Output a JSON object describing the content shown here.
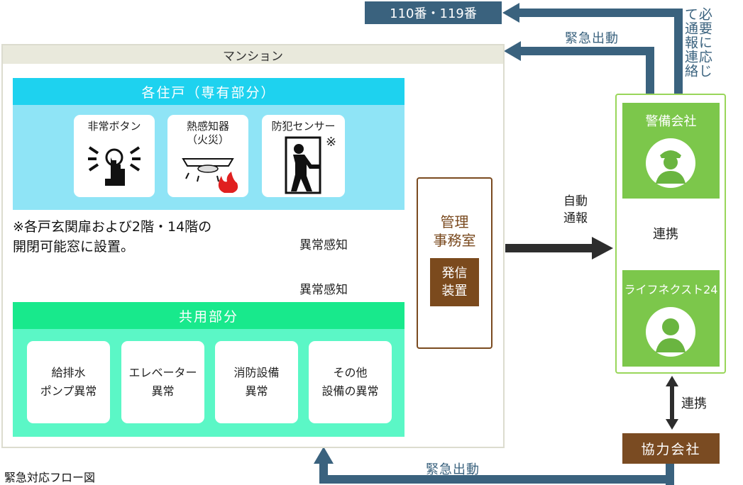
{
  "emergency_numbers": "110番・119番",
  "contact_if_needed": "必要に応じて通報連絡",
  "dispatch_top": "緊急出動",
  "dispatch_bottom": "緊急出動",
  "mansion": {
    "title": "マンション",
    "units": {
      "title": "各住戸（専有部分）",
      "devices": [
        {
          "label": "非常ボタン",
          "icon": "emergency-button-icon"
        },
        {
          "label": "熱感知器\n（火災）",
          "icon": "heat-detector-icon"
        },
        {
          "label": "防犯センサー",
          "mark": "※",
          "icon": "door-sensor-icon"
        }
      ],
      "note": "※各戸玄関扉および2階・14階の\n開閉可能窓に設置。"
    },
    "detect_1": "異常感知",
    "detect_2": "異常感知",
    "common": {
      "title": "共用部分",
      "items": [
        "給排水\nポンプ異常",
        "エレベーター\n異常",
        "消防設備\n異常",
        "その他\n設備の異常"
      ]
    }
  },
  "office": {
    "title": "管理\n事務室",
    "transmitter": "発信\n装置"
  },
  "auto_report": "自動\n通報",
  "security_company": "警備会社",
  "coop_1": "連携",
  "lifenext": "ライフネクスト24",
  "coop_2": "連携",
  "partner_company": "協力会社",
  "caption": "緊急対応フロー図",
  "colors": {
    "units_header": "#1ed2ef",
    "units_body": "#8fe4f6",
    "common_header": "#18e98c",
    "common_body": "#5bf7c6",
    "office_brown": "#7a4a1f",
    "green": "#7cc74b",
    "navy": "#3a627e"
  }
}
